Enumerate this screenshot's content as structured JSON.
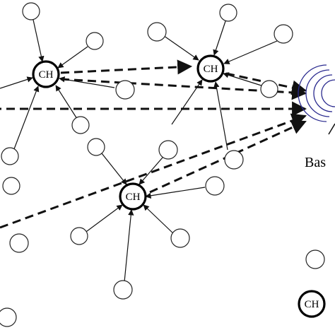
{
  "cluster_head_label": "CH",
  "base_station_label": "Bas",
  "legend_ch_label": "CH",
  "colors": {
    "ink": "#000000",
    "signal_arcs": "#2b2b8f"
  }
}
